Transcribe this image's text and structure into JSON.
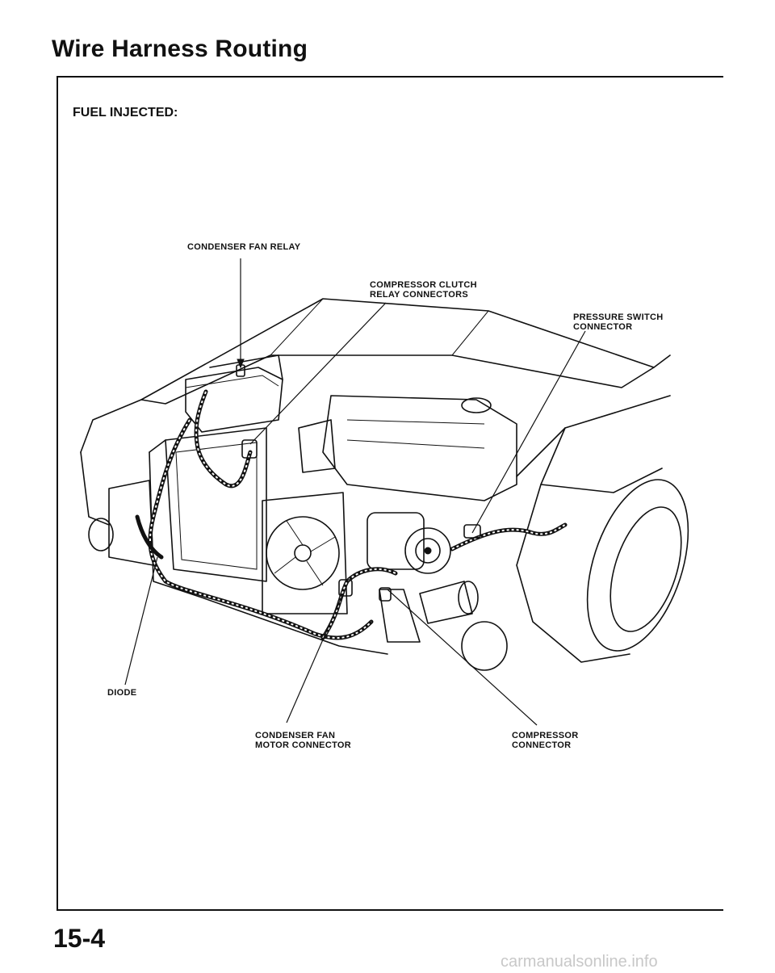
{
  "page": {
    "title": "Wire Harness Routing",
    "section": "FUEL INJECTED:",
    "page_number": "15-4",
    "watermark": "carmanualsonline.info"
  },
  "callouts": {
    "condenser_fan_relay": "CONDENSER FAN RELAY",
    "compressor_clutch_relay_line1": "COMPRESSOR CLUTCH",
    "compressor_clutch_relay_line2": "RELAY CONNECTORS",
    "pressure_switch_line1": "PRESSURE SWITCH",
    "pressure_switch_line2": "CONNECTOR",
    "diode": "DIODE",
    "condenser_fan_motor_line1": "CONDENSER FAN",
    "condenser_fan_motor_line2": "MOTOR CONNECTOR",
    "compressor_connector_line1": "COMPRESSOR",
    "compressor_connector_line2": "CONNECTOR"
  }
}
